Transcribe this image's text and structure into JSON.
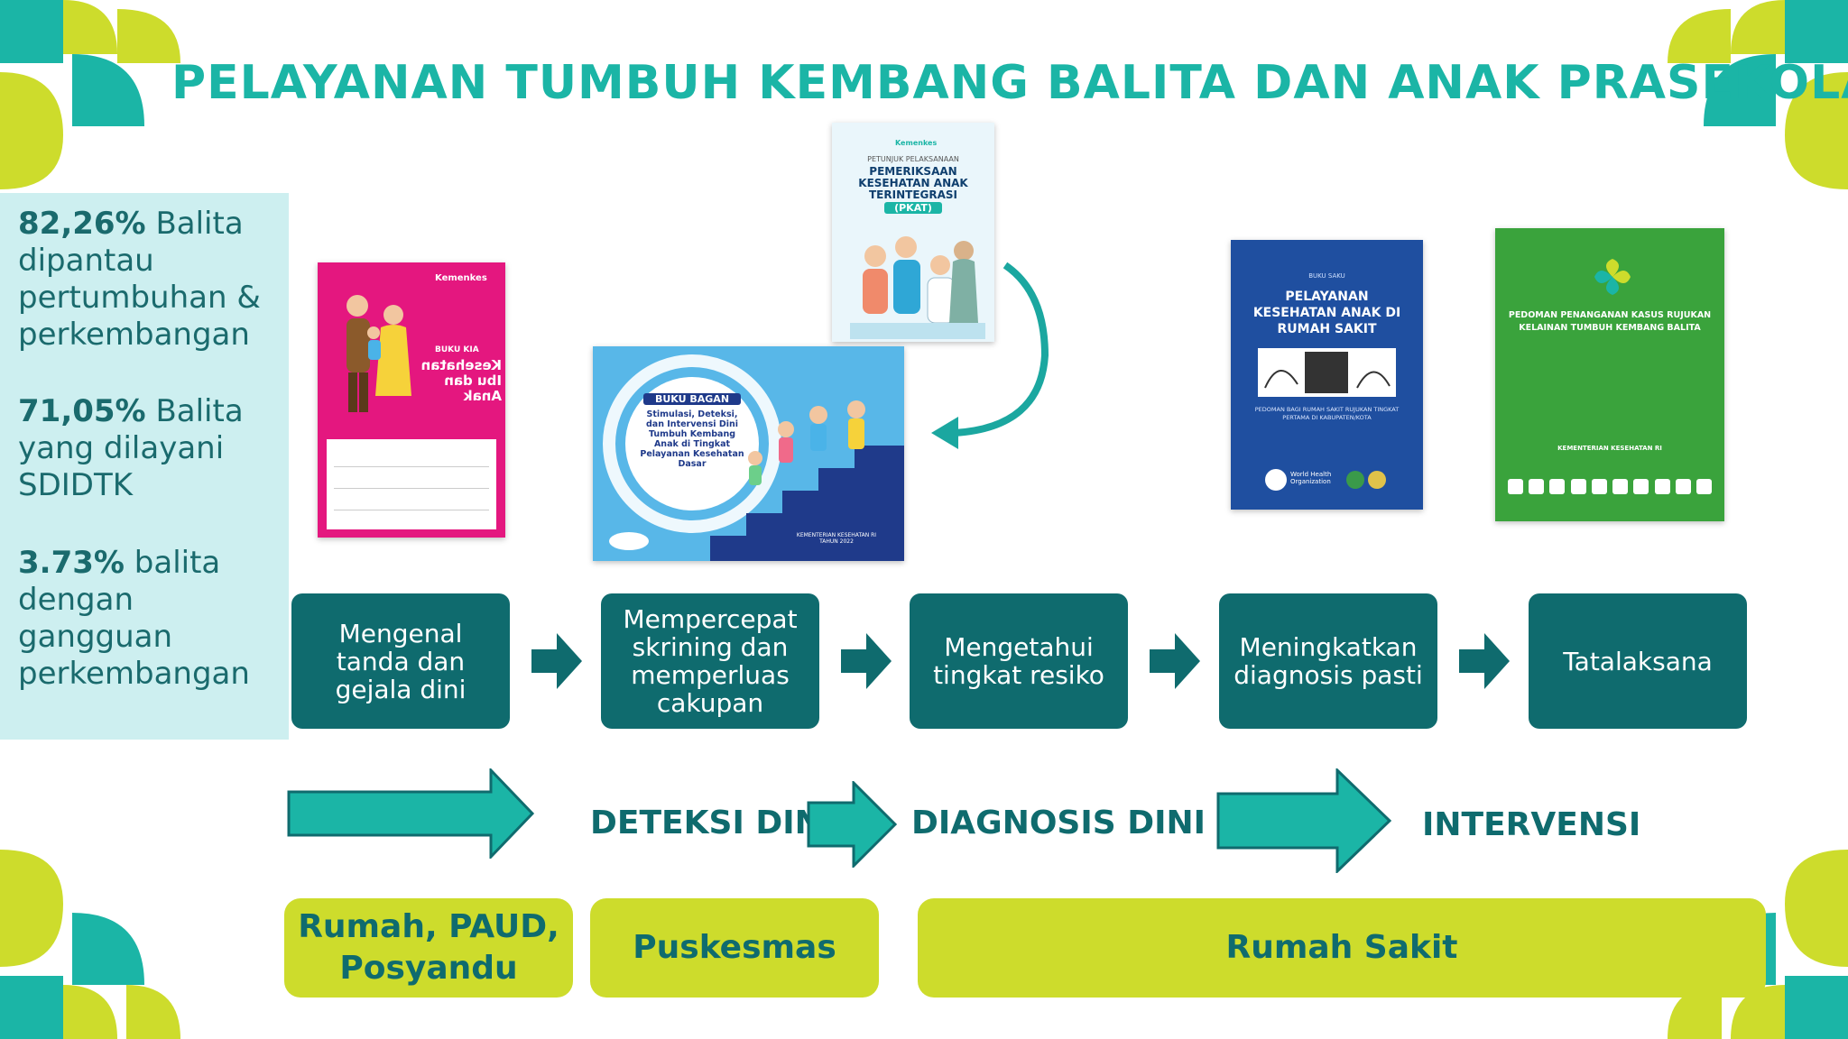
{
  "title": "PELAYANAN TUMBUH KEMBANG BALITA DAN ANAK PRASEKOLAH",
  "stats": [
    {
      "value": "82,26%",
      "text": "Balita dipantau pertumbuhan & perkembangan"
    },
    {
      "value": "71,05%",
      "text": "Balita yang dilayani SDIDTK"
    },
    {
      "value": "3.73%",
      "text": "balita dengan gangguan perkembangan"
    }
  ],
  "books": {
    "kia": {
      "publisher": "Kemenkes",
      "title": "Kesehatan Ibu dan Anak",
      "label": "BUKU KIA"
    },
    "pkat": {
      "publisher": "Kemenkes",
      "subtitle": "PETUNJUK PELAKSANAAN",
      "title": "PEMERIKSAAN KESEHATAN ANAK TERINTEGRASI",
      "badge": "(PKAT)"
    },
    "bagan": {
      "badge": "BUKU BAGAN",
      "title": "Stimulasi, Deteksi, dan Intervensi Dini Tumbuh Kembang Anak di Tingkat Pelayanan Kesehatan Dasar",
      "footer": "KEMENTERIAN KESEHATAN RI TAHUN 2022"
    },
    "saku": {
      "subtitle": "BUKU SAKU",
      "title": "PELAYANAN KESEHATAN ANAK DI RUMAH SAKIT",
      "note": "PEDOMAN BAGI RUMAH SAKIT RUJUKAN TINGKAT PERTAMA DI KABUPATEN/KOTA",
      "org": "World Health Organization"
    },
    "pedoman": {
      "title": "PEDOMAN PENANGANAN KASUS RUJUKAN KELAINAN TUMBUH KEMBANG BALITA",
      "footer": "KEMENTERIAN KESEHATAN RI"
    }
  },
  "steps": [
    {
      "label": "Mengenal\ntanda dan\ngejala dini"
    },
    {
      "label": "Mempercepat\nskrining dan\nmemperluas\ncakupan"
    },
    {
      "label": "Mengetahui\ntingkat resiko"
    },
    {
      "label": "Meningkatkan\ndiagnosis pasti"
    },
    {
      "label": "Tatalaksana"
    }
  ],
  "phases": {
    "deteksi": "DETEKSI DINI",
    "diagnosis": "DIAGNOSIS DINI",
    "intervensi": "INTERVENSI"
  },
  "locations": {
    "rumah": "Rumah, PAUD,\nPosyandu",
    "puskesmas": "Puskesmas",
    "rs": "Rumah Sakit"
  },
  "colors": {
    "teal": "#1bb5a6",
    "dark_teal": "#0f6b6e",
    "lime": "#cddc2c",
    "panel": "#cdeff0"
  }
}
